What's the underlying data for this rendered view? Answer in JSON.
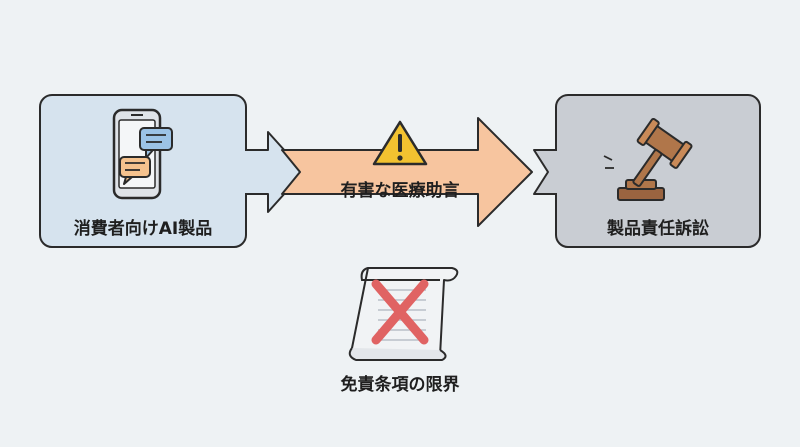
{
  "nodes": {
    "consumer_ai": {
      "label": "消費者向けAI製品",
      "fill": "#d6e3ee",
      "icon": "smartphone-chat-icon"
    },
    "medical_advice": {
      "label": "有害な医療助言",
      "fill": "#f7c59f",
      "icon": "warning-icon"
    },
    "liability": {
      "label": "製品責任訴訟",
      "fill": "#c9cdd3",
      "icon": "gavel-icon"
    },
    "disclaimer": {
      "label": "免責条項の限界",
      "icon": "crossed-document-icon"
    }
  },
  "colors": {
    "background": "#eef2f4",
    "stroke": "#2b2b2b",
    "warning": "#f2c230",
    "cross": "#e06363",
    "gavel": "#b0764a"
  }
}
